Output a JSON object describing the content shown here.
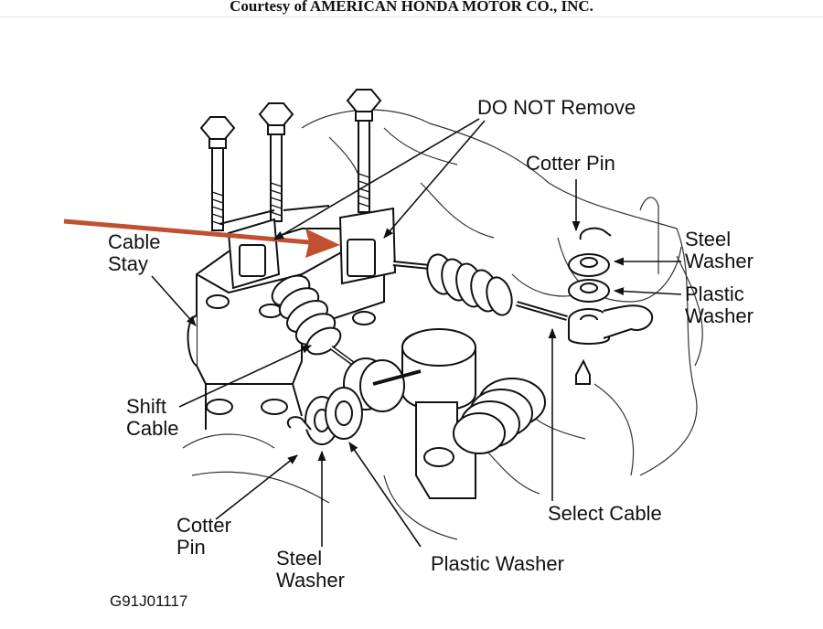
{
  "header": {
    "courtesy": "Courtesy of AMERICAN HONDA MOTOR CO., INC."
  },
  "labels": {
    "do_not_remove": "DO NOT Remove",
    "cotter_pin_top": "Cotter Pin",
    "steel_washer_right_1": "Steel",
    "steel_washer_right_2": "Washer",
    "plastic_washer_right_1": "Plastic",
    "plastic_washer_right_2": "Washer",
    "cable_stay_1": "Cable",
    "cable_stay_2": "Stay",
    "shift_cable_1": "Shift",
    "shift_cable_2": "Cable",
    "cotter_pin_left_1": "Cotter",
    "cotter_pin_left_2": "Pin",
    "steel_washer_bottom_1": "Steel",
    "steel_washer_bottom_2": "Washer",
    "plastic_washer_bottom": "Plastic Washer",
    "select_cable": "Select Cable"
  },
  "figure_id": "G91J01117",
  "colors": {
    "line": "#1a1a1a",
    "arrow": "#c0502f",
    "background": "#ffffff"
  }
}
